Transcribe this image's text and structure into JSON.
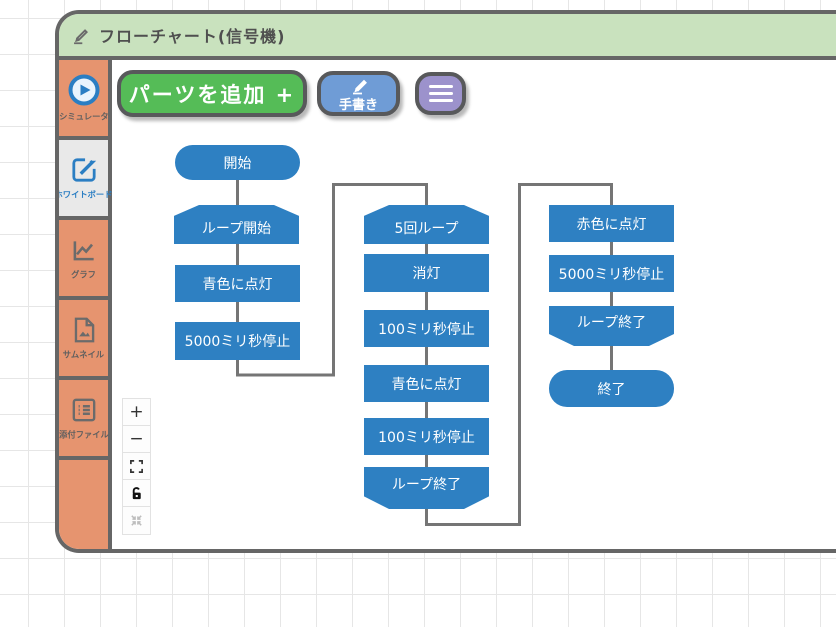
{
  "window": {
    "title": "フローチャート(信号機)"
  },
  "sidebar": {
    "tabs": [
      {
        "label": "シミュレータ",
        "active": false
      },
      {
        "label": "ホワイトボード",
        "active": true
      },
      {
        "label": "グラフ",
        "active": false
      },
      {
        "label": "サムネイル",
        "active": false
      },
      {
        "label": "添付ファイル",
        "active": false
      }
    ]
  },
  "toolbar": {
    "add_parts_label": "パーツを追加 +",
    "handwriting_label": "手書き"
  },
  "zoom_controls": {
    "zoom_in": "+",
    "zoom_out": "−"
  },
  "flowchart": {
    "nodes": [
      {
        "label": "開始",
        "shape": "terminal"
      },
      {
        "label": "ループ開始",
        "shape": "loop-start"
      },
      {
        "label": "青色に点灯",
        "shape": "process"
      },
      {
        "label": "5000ミリ秒停止",
        "shape": "process"
      },
      {
        "label": "5回ループ",
        "shape": "loop-start"
      },
      {
        "label": "消灯",
        "shape": "process"
      },
      {
        "label": "100ミリ秒停止",
        "shape": "process"
      },
      {
        "label": "青色に点灯",
        "shape": "process"
      },
      {
        "label": "100ミリ秒停止",
        "shape": "process"
      },
      {
        "label": "ループ終了",
        "shape": "loop-end"
      },
      {
        "label": "赤色に点灯",
        "shape": "process"
      },
      {
        "label": "5000ミリ秒停止",
        "shape": "process"
      },
      {
        "label": "ループ終了",
        "shape": "loop-end"
      },
      {
        "label": "終了",
        "shape": "terminal"
      }
    ]
  },
  "colors": {
    "node_blue": "#2e80c2",
    "sidebar_orange": "#e6946f",
    "titlebar_green": "#c9e2be",
    "button_green": "#55bc57",
    "button_blue": "#6f9cd6",
    "button_purple": "#9c92cc",
    "connector_gray": "#757575",
    "window_border": "#666666"
  }
}
